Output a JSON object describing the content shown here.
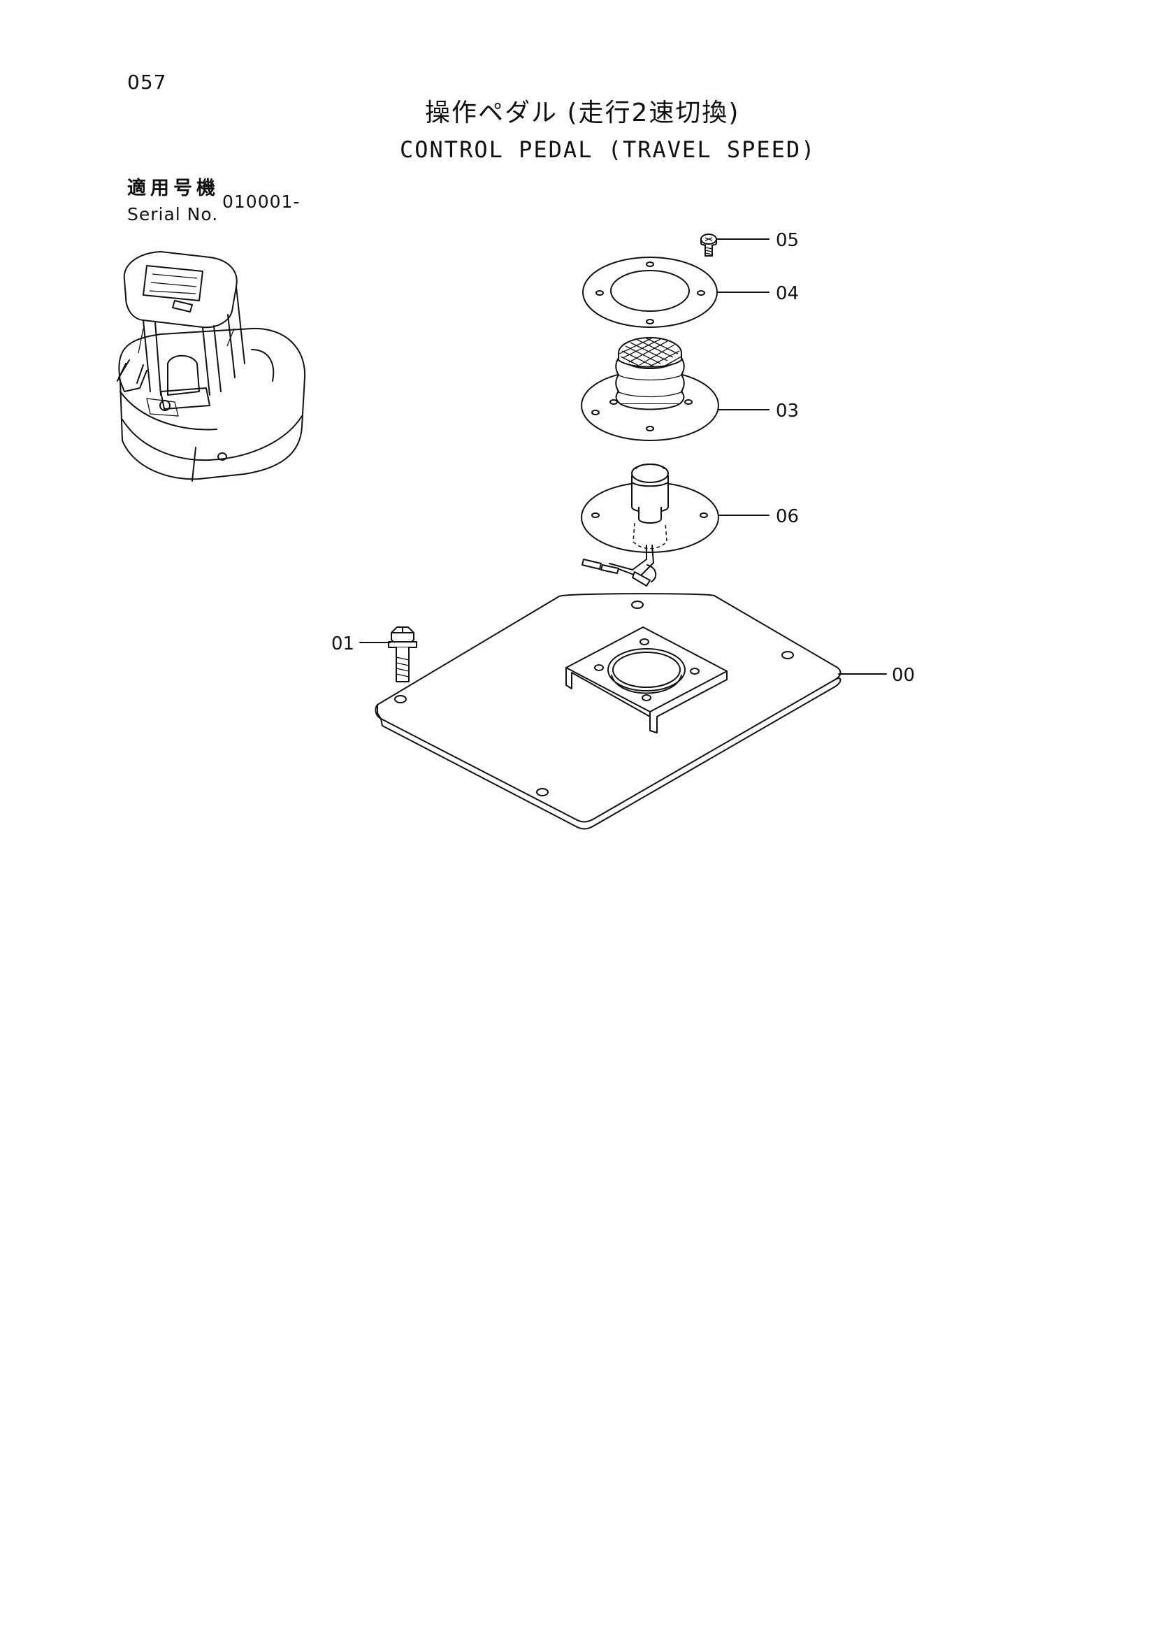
{
  "page": {
    "number": "057",
    "title_jp": "操作ペダル (走行2速切換)",
    "title_en": "CONTROL PEDAL (TRAVEL SPEED)",
    "serial_label_jp": "適用号機",
    "serial_label_en": "Serial No.",
    "serial_value": "010001-"
  },
  "callouts": [
    {
      "id": "05",
      "label": "05"
    },
    {
      "id": "04",
      "label": "04"
    },
    {
      "id": "03",
      "label": "03"
    },
    {
      "id": "06",
      "label": "06"
    },
    {
      "id": "01",
      "label": "01"
    },
    {
      "id": "00",
      "label": "00"
    }
  ],
  "icons": {
    "machine": "excavator-cab-icon"
  }
}
